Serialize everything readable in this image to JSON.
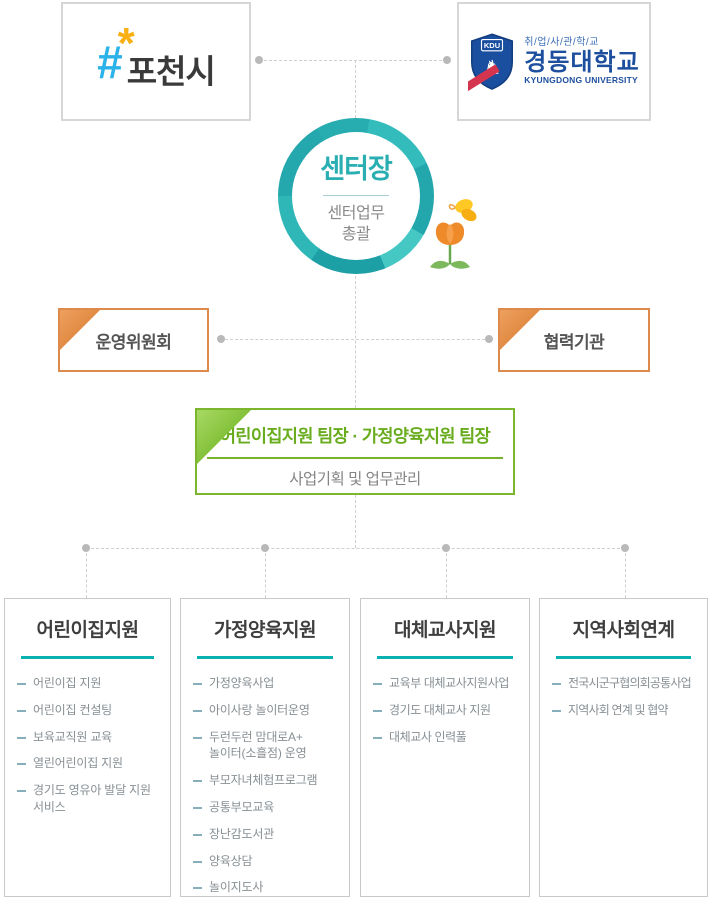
{
  "header": {
    "pocheon": {
      "hash": "#",
      "star": "*",
      "name": "포천시"
    },
    "kdu": {
      "abbr": "KDU",
      "line1": "취/업/사/관/학/교",
      "line2": "경동대학교",
      "line3": "KYUNGDONG UNIVERSITY"
    }
  },
  "director": {
    "title": "센터장",
    "desc_line1": "센터업무",
    "desc_line2": "총괄"
  },
  "committee": {
    "label": "운영위원회"
  },
  "partner": {
    "label": "협력기관"
  },
  "team": {
    "title": "어린이집지원 팀장 · 가정양육지원 팀장",
    "subtitle": "사업기획 및 업무관리"
  },
  "columns": [
    {
      "title": "어린이집지원",
      "items": [
        "어린이집 지원",
        "어린이집 컨설팅",
        "보육교직원 교육",
        "열린어린이집 지원",
        "경기도 영유아 발달 지원 서비스"
      ]
    },
    {
      "title": "가정양육지원",
      "items": [
        "가정양육사업",
        "아이사랑 놀이터운영",
        "두런두런 맘대로A+ 놀이터(소흘점) 운영",
        "부모자녀체험프로그램",
        "공통부모교육",
        "장난감도서관",
        "양육상담",
        "놀이지도사"
      ]
    },
    {
      "title": "대체교사지원",
      "items": [
        "교육부 대체교사지원사업",
        "경기도 대체교사 지원",
        "대체교사 인력풀"
      ]
    },
    {
      "title": "지역사회연계",
      "items": [
        "전국시군구협의회공통사업",
        "지역사회 연계 및 협약"
      ]
    }
  ],
  "colors": {
    "teal": "#2aaeb2",
    "teal_underline": "#0bb1b1",
    "orange": "#dd8a4c",
    "green": "#7cb52e",
    "connector": "#cfcfcf",
    "dot": "#b9b9b9",
    "pocheon_blue": "#2bb2e8",
    "pocheon_yellow": "#f9b014",
    "kdu_blue": "#1d4f9e",
    "kdu_red": "#d4344e"
  }
}
